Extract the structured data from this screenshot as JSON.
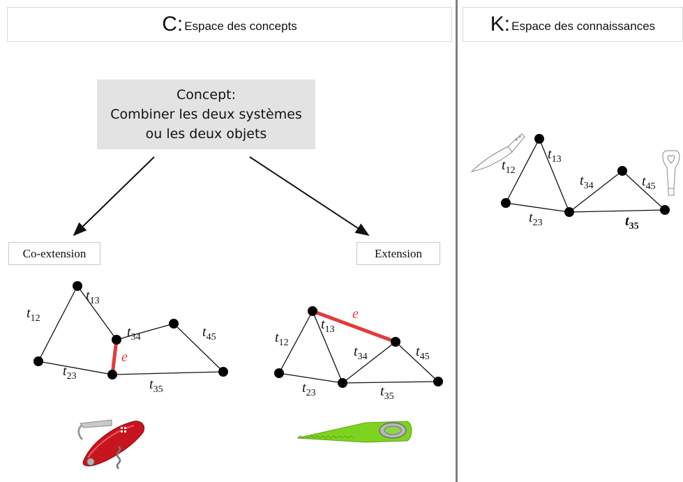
{
  "panels": {
    "c": {
      "letter": "C:",
      "title": "Espace des concepts"
    },
    "k": {
      "letter": "K:",
      "title": "Espace des connaissances"
    }
  },
  "concept": {
    "line1": "Concept:",
    "line2": "Combiner les deux systèmes",
    "line3": "ou les deux objets"
  },
  "modes": {
    "coextension": "Co-extension",
    "extension": "Extension"
  },
  "labels": {
    "t": "t",
    "s12": "12",
    "s13": "13",
    "s23": "23",
    "s34": "34",
    "s45": "45",
    "s35": "35",
    "e": "e"
  },
  "colors": {
    "edge": "#111111",
    "highlight": "#e53a3a",
    "divider": "#7f7f7f",
    "concept_bg": "#e3e3e3",
    "saw_green": "#7ed321",
    "knife_red": "#c8141e"
  },
  "icons": [
    "kitchen-knife-icon",
    "peeler-icon",
    "swiss-army-knife-icon",
    "green-saw-tool-icon"
  ]
}
